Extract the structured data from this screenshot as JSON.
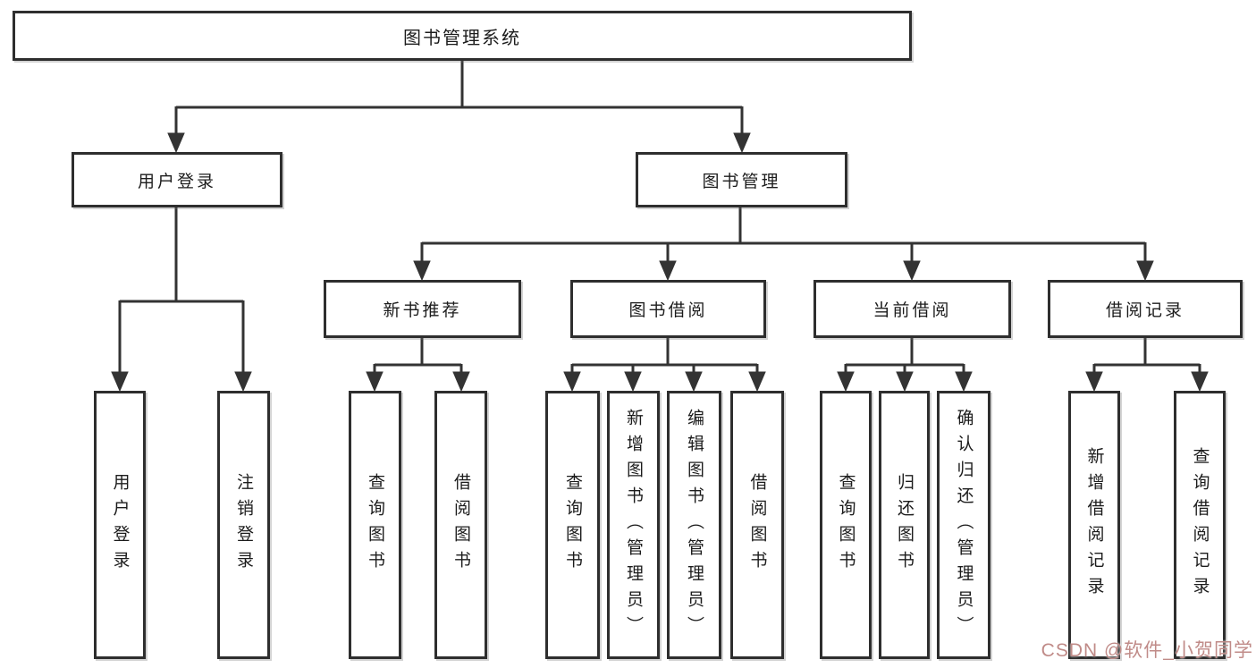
{
  "diagram_title": "图书管理系统",
  "colors": {
    "box_border": "#2e2e2e",
    "line": "#333333",
    "text": "#1c1c1c",
    "background": "#ffffff",
    "watermark": "#c08b88"
  },
  "tree": {
    "root": {
      "label": "图书管理系统"
    },
    "branches": [
      {
        "label": "用户登录",
        "children": [
          {
            "label": "用户登录"
          },
          {
            "label": "注销登录"
          }
        ]
      },
      {
        "label": "图书管理",
        "children": [
          {
            "label": "新书推荐",
            "children": [
              {
                "label": "查询图书"
              },
              {
                "label": "借阅图书"
              }
            ]
          },
          {
            "label": "图书借阅",
            "children": [
              {
                "label": "查询图书"
              },
              {
                "label": "新增图书（管理员）"
              },
              {
                "label": "编辑图书（管理员）"
              },
              {
                "label": "借阅图书"
              }
            ]
          },
          {
            "label": "当前借阅",
            "children": [
              {
                "label": "查询图书"
              },
              {
                "label": "归还图书"
              },
              {
                "label": "确认归还（管理员）"
              }
            ]
          },
          {
            "label": "借阅记录",
            "children": [
              {
                "label": "新增借阅记录"
              },
              {
                "label": "查询借阅记录"
              }
            ]
          }
        ]
      }
    ]
  },
  "watermark": {
    "text": "CSDN @软件_小贺同学"
  }
}
